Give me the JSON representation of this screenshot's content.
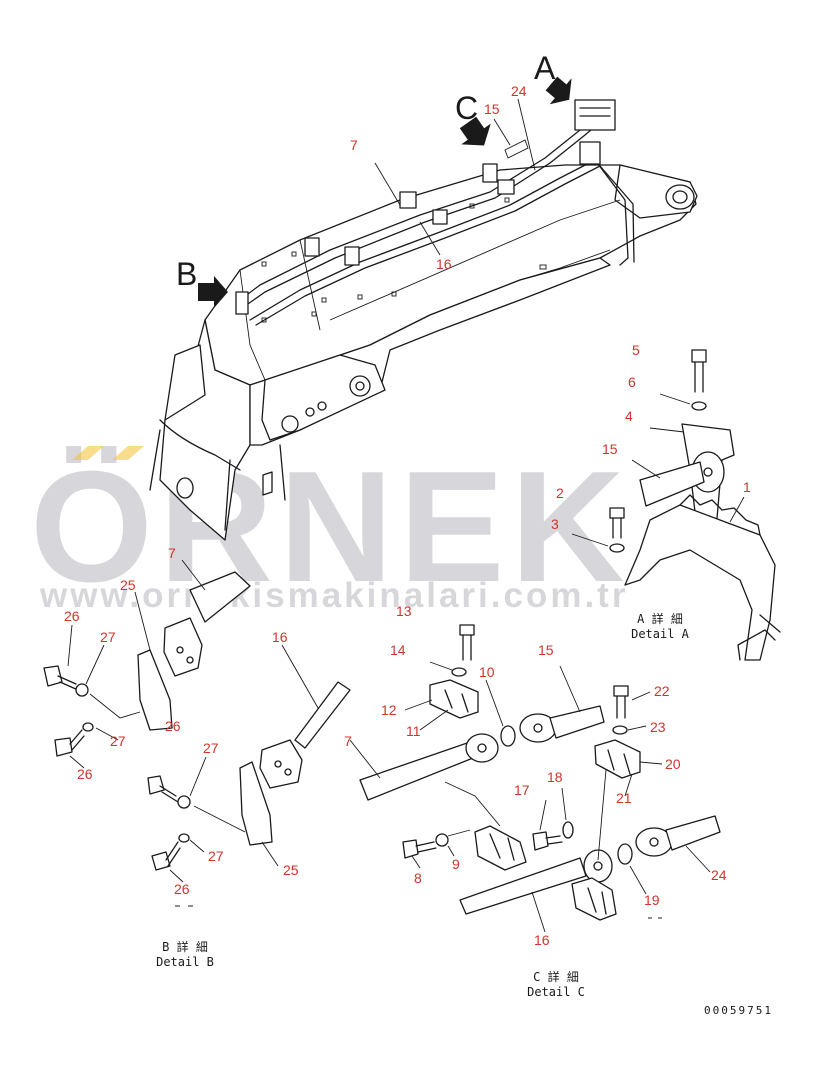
{
  "view_letters": {
    "a": "A",
    "b": "B",
    "c": "C"
  },
  "callouts": {
    "main": {
      "n7": "7",
      "n15": "15",
      "n24": "24",
      "n16": "16"
    },
    "detail_a": {
      "n5": "5",
      "n6": "6",
      "n4": "4",
      "n15": "15",
      "n1": "1",
      "n2": "2",
      "n3": "3"
    },
    "detail_b": {
      "n7": "7",
      "n25a": "25",
      "n26a": "26",
      "n27a": "27",
      "n26b": "26",
      "n27b": "27",
      "n26c": "26",
      "n16": "16",
      "n27c": "27",
      "n27d": "27",
      "n25b": "25",
      "n26d": "26"
    },
    "detail_c": {
      "n13": "13",
      "n14": "14",
      "n10": "10",
      "n15": "15",
      "n12": "12",
      "n11": "11",
      "n22": "22",
      "n23": "23",
      "n7": "7",
      "n20": "20",
      "n21": "21",
      "n18": "18",
      "n17": "17",
      "n8": "8",
      "n9": "9",
      "n19": "19",
      "n24": "24",
      "n16": "16"
    }
  },
  "captions": {
    "detail_a": {
      "jp": "A 詳 細",
      "en": "Detail A"
    },
    "detail_b": {
      "jp": "B 詳 細",
      "en": "Detail B"
    },
    "detail_c": {
      "jp": "C 詳 細",
      "en": "Detail C"
    }
  },
  "drawing_code": "00059751",
  "watermark": {
    "main": "ÖRNEK",
    "url": "www.ornekismakinalari.com.tr",
    "accent_color": "#f2c12e"
  }
}
